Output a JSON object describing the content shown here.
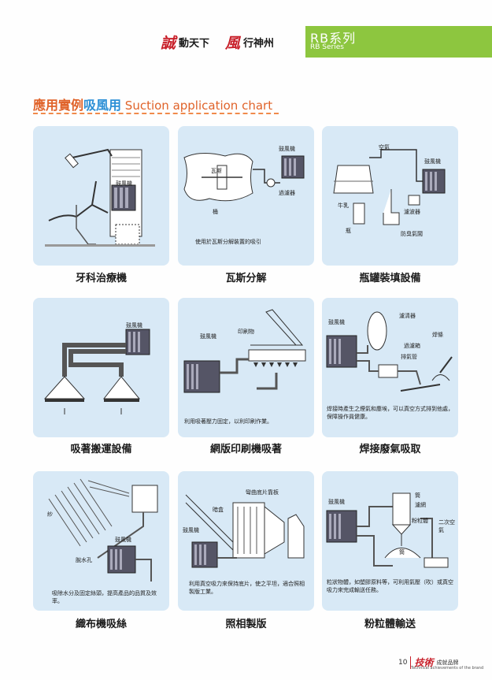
{
  "header": {
    "slogan_1_calligraphy": "誠",
    "slogan_1_text": "動天下",
    "slogan_2_calligraphy": "風",
    "slogan_2_text": "行神州",
    "series_title": "RB系列",
    "series_subtitle": "RB Series"
  },
  "section": {
    "title_part1": "應用實例",
    "title_part2": "吸風用",
    "title_part3": " Suction application chart"
  },
  "cards": [
    {
      "caption": "牙科治療機",
      "labels": [
        "鼓風機"
      ],
      "note": ""
    },
    {
      "caption": "瓦斯分解",
      "labels": [
        "鼓風機",
        "瓦斯",
        "過濾器",
        "桶"
      ],
      "note": "使用於瓦斯分解裝置的吸引"
    },
    {
      "caption": "瓶罐裝填設備",
      "labels": [
        "空氣",
        "鼓風機",
        "牛乳",
        "瓶",
        "濾波器",
        "防臭氣闆"
      ],
      "note": ""
    },
    {
      "caption": "吸著搬運設備",
      "labels": [
        "鼓風機"
      ],
      "note": ""
    },
    {
      "caption": "網版印刷機吸著",
      "labels": [
        "鼓風機",
        "印刷物"
      ],
      "note": "利用吸著壓力固定，以利印刷作業。"
    },
    {
      "caption": "焊接廢氣吸取",
      "labels": [
        "鼓風機",
        "濾清器",
        "焊條",
        "過濾箱",
        "排氣管"
      ],
      "note": "焊接時產生之煙氣和塵埃，可以真空方式排到他處，保障操作員健康。"
    },
    {
      "caption": "織布機吸絲",
      "labels": [
        "紗",
        "鼓風機",
        "脫水孔"
      ],
      "note": "吸除水分及固定絲頭，提高產品的品質及效率。"
    },
    {
      "caption": "照相製版",
      "labels": [
        "彎曲底片靠板",
        "暗盒",
        "鼓風機"
      ],
      "note": "利用真空吸力來保持底片，使之平坦，適合照相製版工業。"
    },
    {
      "caption": "粉粒體輸送",
      "labels": [
        "鼓風機",
        "濾網",
        "筒",
        "粉粒體",
        "二次空氣",
        "筒"
      ],
      "note": "粒狀物體，如塑膠原料等，可利用氣壓（吹）或真空吸力來完成輸送任務。"
    }
  ],
  "footer": {
    "page_number": "10",
    "brand": "技術",
    "brand_cn": "成就品牌",
    "brand_en": "Technical achievements of the brand"
  },
  "colors": {
    "series_green": "#8dc63f",
    "title_orange": "#e0632a",
    "title_blue": "#2c8fd6",
    "card_bg": "#d8e9f6",
    "brand_red": "#c8202a"
  }
}
